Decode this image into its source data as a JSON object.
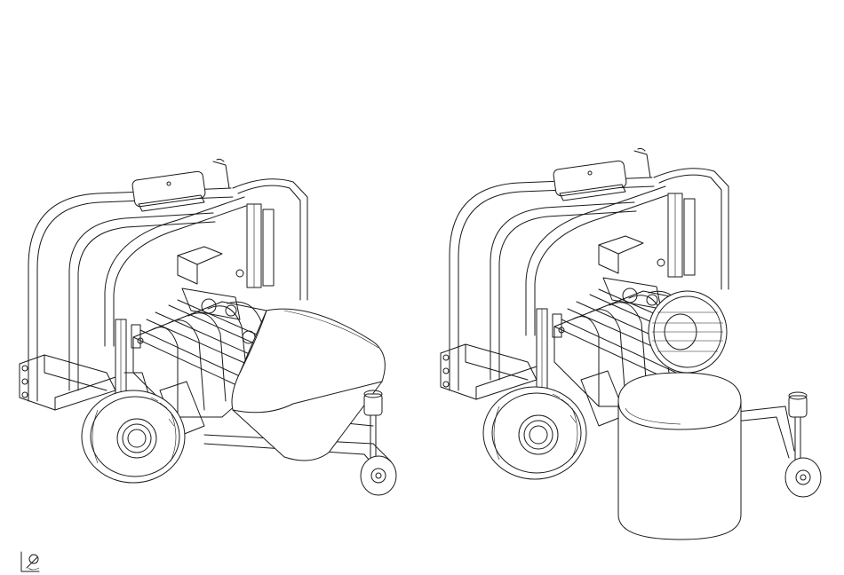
{
  "figure": {
    "views": [
      {
        "id": "left",
        "state": "bale-tipping"
      },
      {
        "id": "right",
        "state": "bale-unloaded-upright"
      }
    ],
    "icons": [
      "reference-symbol-icon"
    ]
  }
}
